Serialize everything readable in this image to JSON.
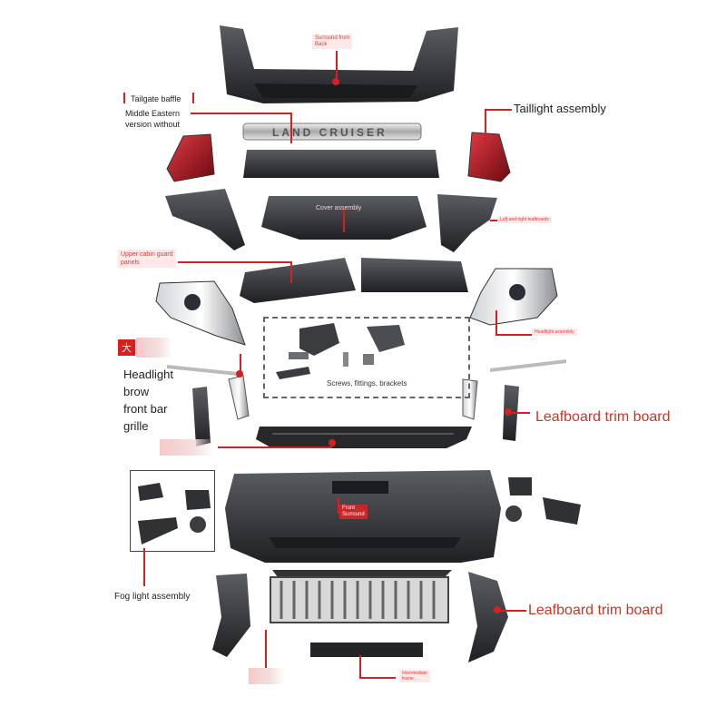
{
  "labels": {
    "surround_rear": "Surround from\nBack",
    "tailgate_baffle": "Tailgate baffle",
    "middle_eastern": "Middle Eastern\nversion without",
    "taillight": "Taillight assembly",
    "cover": "Cover assembly",
    "leaf_right_small": "Left and right leafboards",
    "upper_cabin": "Upper cabin guard\npanels",
    "headlight_small": "Headlight assembly",
    "big_tag": "大",
    "headlight_group": "Headlight\nbrow\nfront bar\ngrille",
    "screws": "Screws, fittings, brackets",
    "leafboard_trim_1": "Leafboard trim board",
    "front_surround": "Front\nSurround",
    "fog_light": "Fog light assembly",
    "leafboard_trim_2": "Leafboard trim board",
    "intermediate": "Intermediate\nframe"
  },
  "badge_text": "LAND CRUISER",
  "colors": {
    "accent": "#d42020",
    "part_dark": "#2b2d31",
    "part_mid": "#4a4d52",
    "light_red": "#b3101c"
  }
}
